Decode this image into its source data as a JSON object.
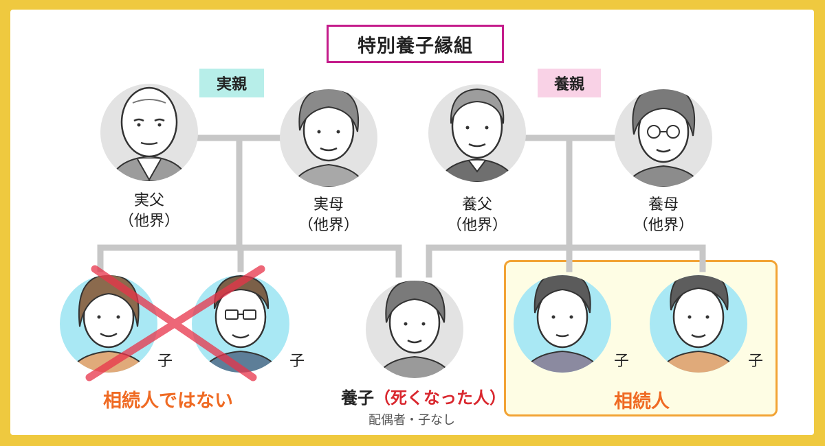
{
  "title": "特別養子縁組",
  "groups": {
    "real_parents": "実親",
    "adoptive_parents": "養親"
  },
  "people": {
    "real_father": {
      "name": "実父",
      "status": "（他界）"
    },
    "real_mother": {
      "name": "実母",
      "status": "（他界）"
    },
    "adoptive_father": {
      "name": "養父",
      "status": "（他界）"
    },
    "adoptive_mother": {
      "name": "養母",
      "status": "（他界）"
    }
  },
  "children": {
    "real_child_1": "子",
    "real_child_2": "子",
    "adoptive_child_1": "子",
    "adoptive_child_2": "子"
  },
  "not_heir_label": "相続人ではない",
  "heir_label": "相続人",
  "adopted_child": {
    "name": "養子",
    "status": "（死くなった人）",
    "note": "配偶者・子なし"
  },
  "colors": {
    "background": "#efc93f",
    "title_border": "#c41c8b",
    "real_tag": "#b7eee9",
    "adoptive_tag": "#f9d2e6",
    "connector": "#c7c7c7",
    "heir_box_fill": "#fefde4",
    "heir_box_border": "#f2a334",
    "orange_text": "#ef6a23",
    "red_text": "#d9272e",
    "cross": "#e8344a",
    "child_circle": "#a9e8f4",
    "parent_circle": "#e3e3e3"
  }
}
